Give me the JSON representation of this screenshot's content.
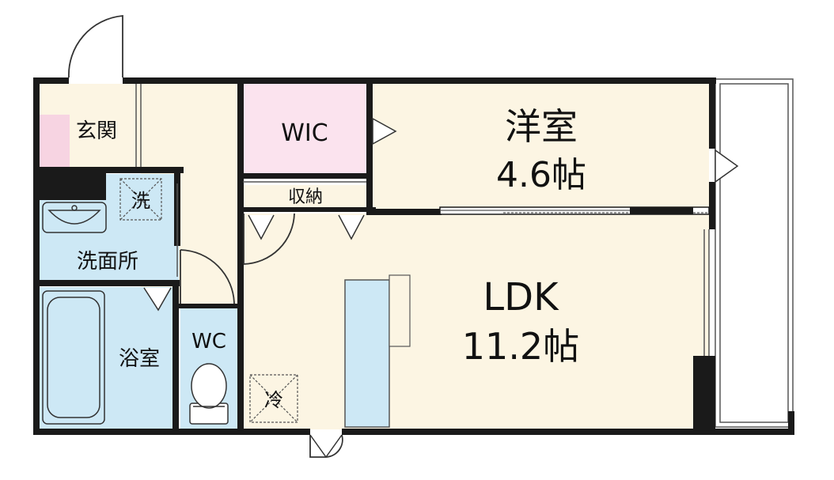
{
  "rooms": {
    "genkan": {
      "label": "玄関"
    },
    "wic": {
      "label": "WIC"
    },
    "western_room": {
      "label": "洋室",
      "size": "4.6帖"
    },
    "storage": {
      "label": "収納"
    },
    "washroom": {
      "label": "洗面所"
    },
    "washer_space": {
      "label": "洗"
    },
    "ldk": {
      "label": "LDK",
      "size": "11.2帖"
    },
    "wc": {
      "label": "WC"
    },
    "bathroom": {
      "label": "浴室"
    },
    "fridge_space": {
      "label": "冷"
    }
  },
  "colors": {
    "wall": "#1a1a1a",
    "floor_cream": "#fcf5e3",
    "wet_area_blue": "#cde8f5",
    "wic_pink": "#fbe3ee",
    "genkan_pink": "#f7d4e2",
    "line_gray": "#555555"
  }
}
